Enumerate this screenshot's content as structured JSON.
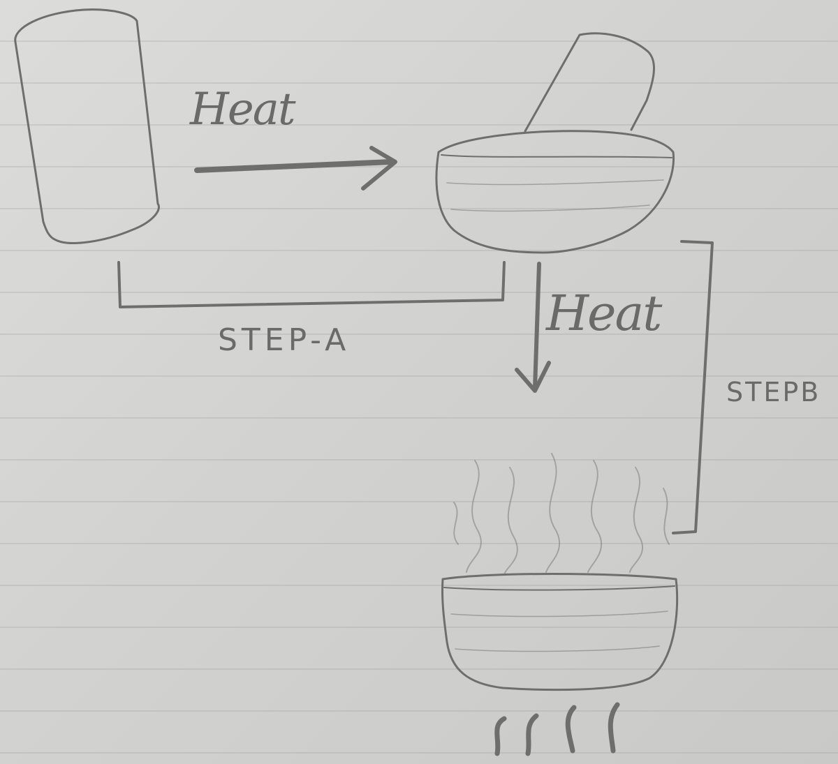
{
  "labels": {
    "heat_top": "Heat",
    "heat_down": "Heat",
    "step_a": "STEP-A",
    "step_b": "STEPB"
  },
  "colors": {
    "paper": "#d4d4d2",
    "pencil": "#6e6e6c"
  }
}
